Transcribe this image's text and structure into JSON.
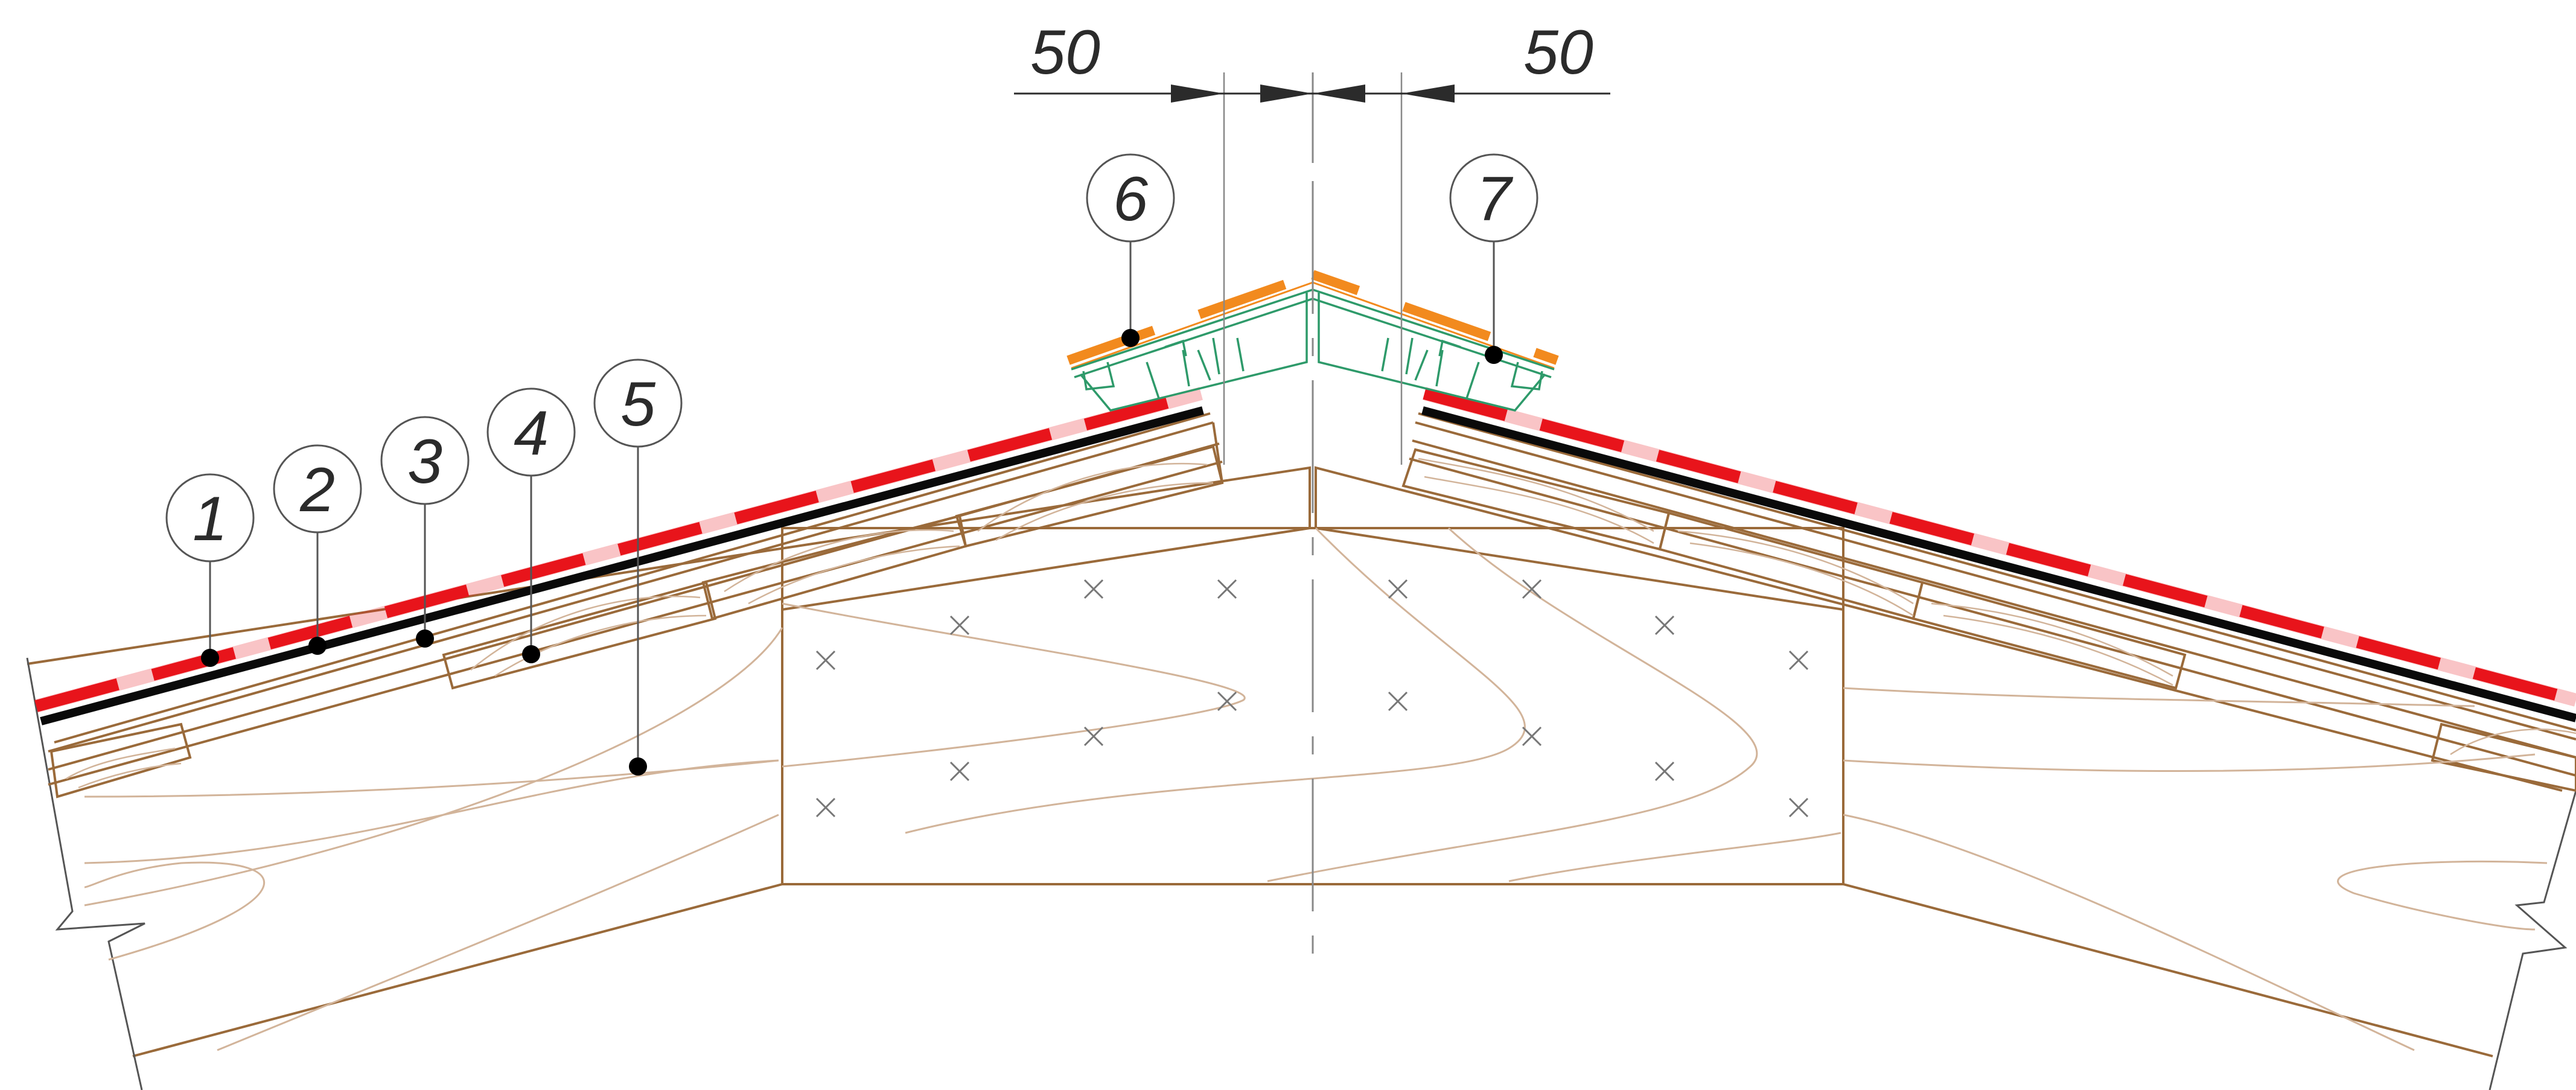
{
  "colors": {
    "timber": "#9a6a3a",
    "grain": "#c9a98a",
    "membrane_red": "#e8141b",
    "membrane_black": "#0a0a0a",
    "ridge_orange": "#f28a1e",
    "ridge_green": "#2e9a6a",
    "annotation": "#2b2b2b",
    "centerline": "#888888"
  },
  "dimensions": {
    "left": "50",
    "right": "50"
  },
  "callouts": [
    {
      "label": "1"
    },
    {
      "label": "2"
    },
    {
      "label": "3"
    },
    {
      "label": "4"
    },
    {
      "label": "5"
    },
    {
      "label": "6"
    },
    {
      "label": "7"
    }
  ]
}
